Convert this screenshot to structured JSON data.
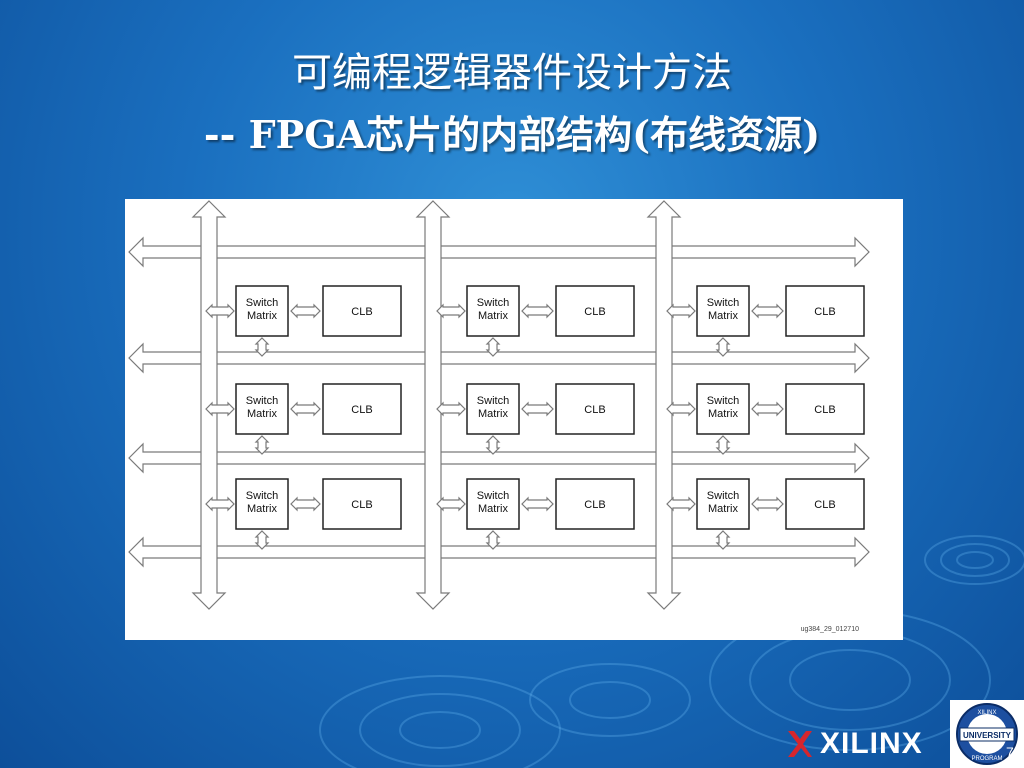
{
  "slide": {
    "title": "可编程逻辑器件设计方法",
    "subtitle": "-- FPGA芯片的内部结构(布线资源)",
    "page_number": "7"
  },
  "figure": {
    "switch_label_line1": "Switch",
    "switch_label_line2": "Matrix",
    "clb_label": "CLB",
    "caption_id": "ug384_29_012710"
  },
  "logos": {
    "brand": "XILINX",
    "badge_text_top": "XILINX",
    "badge_text_mid": "UNIVERSITY",
    "badge_text_bottom": "PROGRAM"
  },
  "colors": {
    "background": "#1a6fbf",
    "title_text": "#ffffff",
    "xilinx_red": "#d6262d"
  }
}
